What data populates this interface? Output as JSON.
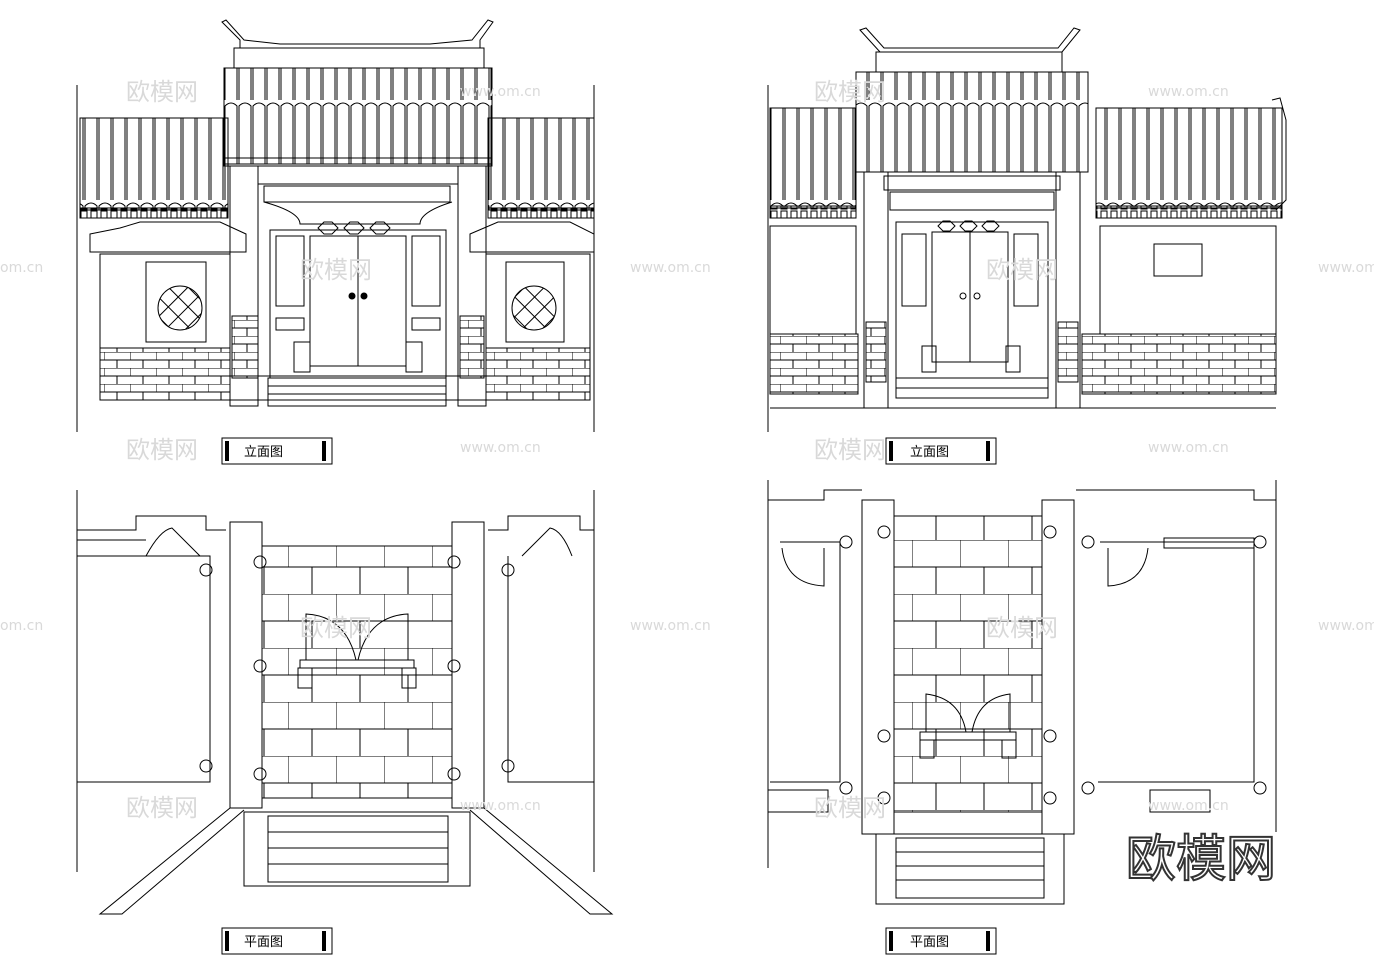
{
  "drawings": [
    {
      "elevation_label": "立面图",
      "plan_label": "平面图"
    },
    {
      "elevation_label": "立面图",
      "plan_label": "平面图"
    }
  ],
  "watermarks": {
    "brand_cn": "欧模网",
    "url": "www.om.cn",
    "url_fragment": "om.cn"
  },
  "corner_logo": "欧模网",
  "colors": {
    "line": "#000000",
    "watermark": "#d9d9d9",
    "background": "#ffffff"
  }
}
